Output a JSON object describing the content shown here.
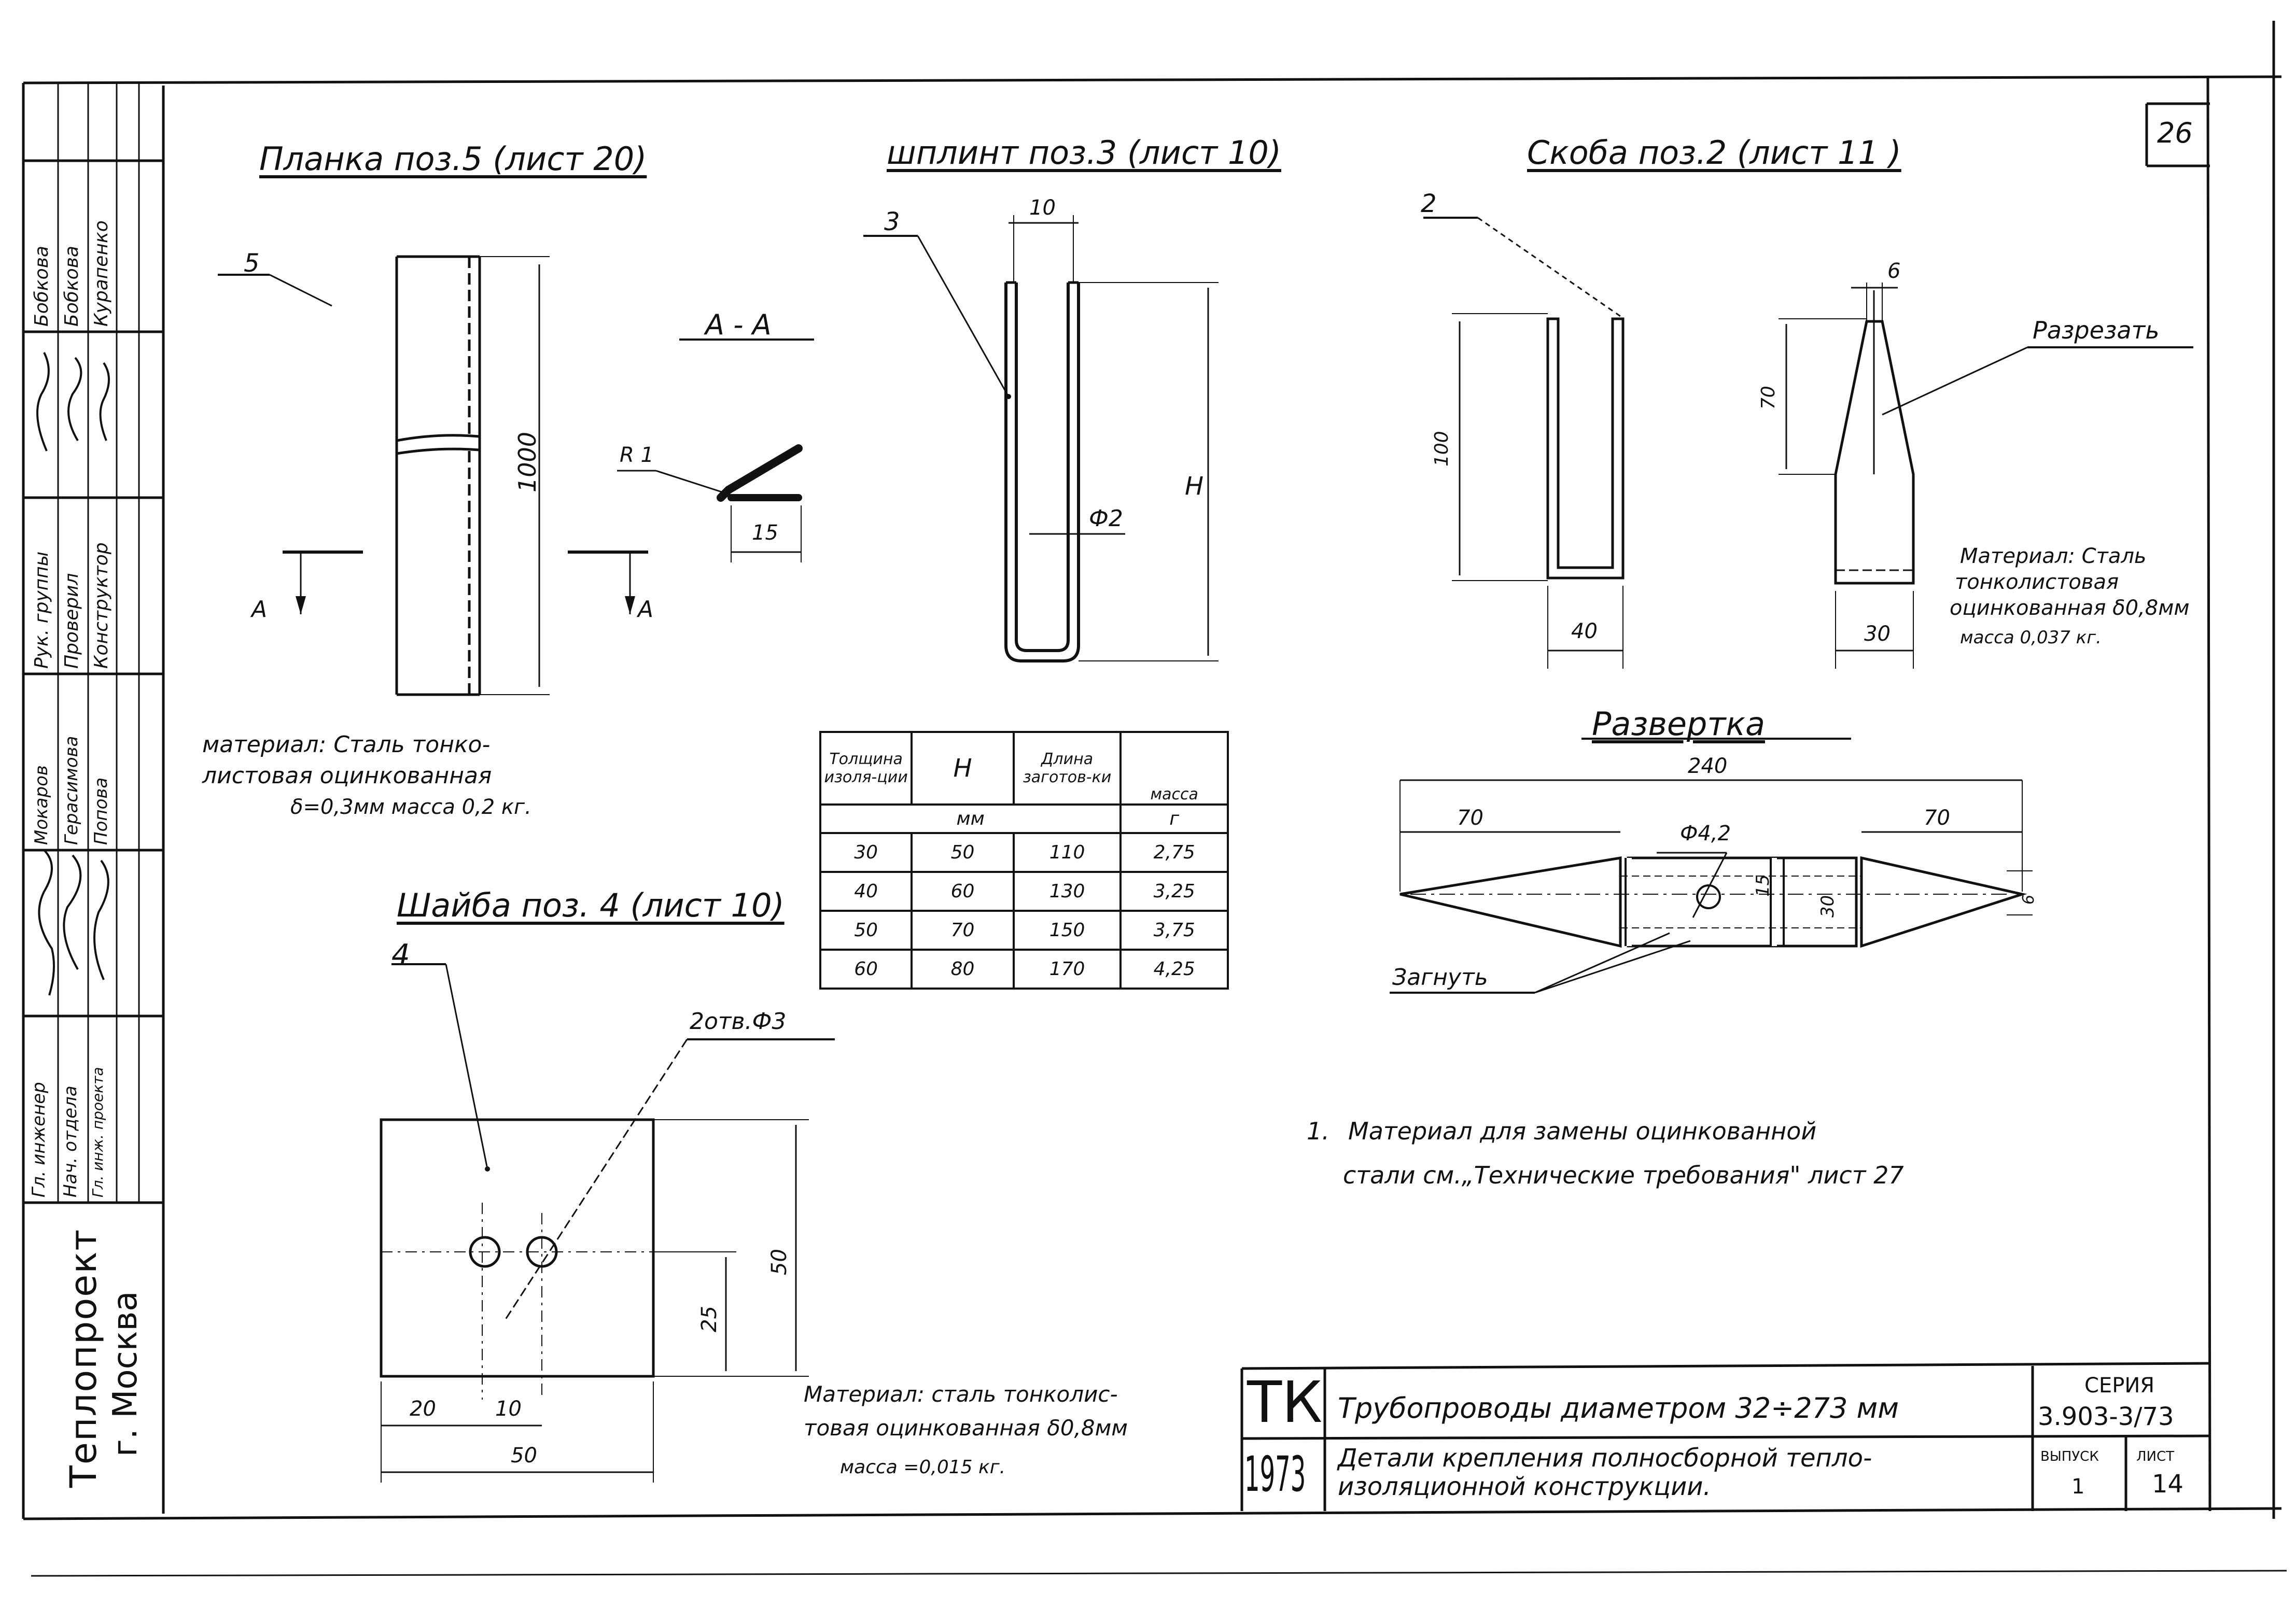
{
  "sheet_number": "26",
  "sections": {
    "planka": {
      "title": "Планка поз.5 (лист 20)",
      "pos": "5",
      "length": "1000",
      "section_label": "А - А",
      "cut_a": "А",
      "radius": "R 1",
      "flange": "15",
      "material": [
        "материал: Сталь тонко-",
        "листовая оцинкованная",
        "δ=0,3мм  масса 0,2 кг."
      ]
    },
    "shplint": {
      "title": "шплинт поз.3 (лист 10)",
      "pos": "3",
      "width": "10",
      "diameter": "Ф2",
      "height": "Н"
    },
    "skoba": {
      "title": "Скоба поз.2 (лист 11 )",
      "pos": "2",
      "dim_100": "100",
      "dim_40": "40",
      "dim_6": "6",
      "dim_70": "70",
      "dim_30": "30",
      "cut_label": "Разрезать",
      "material": [
        "Материал: Сталь",
        "тонколистовая",
        "оцинкованная δ0,8мм",
        "масса 0,037 кг."
      ]
    },
    "razvertka": {
      "title": "Развертка",
      "length": "240",
      "left_70": "70",
      "right_70": "70",
      "hole": "Ф4,2",
      "dim_15": "15",
      "dim_30": "30",
      "dim_6": "6",
      "bend_label": "Загнуть"
    },
    "shaiba": {
      "title": "Шайба поз. 4 (лист 10)",
      "pos": "4",
      "holes": "2отв.Ф3",
      "dim_50_v": "50",
      "dim_25": "25",
      "dim_20": "20",
      "dim_10": "10",
      "dim_50_h": "50",
      "material": [
        "Материал: сталь тонколис-",
        "товая оцинкованная δ0,8мм",
        "масса =0,015 кг."
      ]
    }
  },
  "table": {
    "header": [
      "Толщина изоля-ции",
      "Н",
      "Длина заготов-ки",
      "масса"
    ],
    "units": [
      "мм",
      "г"
    ],
    "rows": [
      [
        "30",
        "50",
        "110",
        "2,75"
      ],
      [
        "40",
        "60",
        "130",
        "3,25"
      ],
      [
        "50",
        "70",
        "150",
        "3,75"
      ],
      [
        "60",
        "80",
        "170",
        "4,25"
      ]
    ]
  },
  "note": {
    "number": "1.",
    "line1": "Материал для замены оцинкованной",
    "line2": "стали   см.„Технические требования\" лист 27"
  },
  "stamp": {
    "org_line1": "Теплопроект",
    "org_line2": "г. Москва",
    "signatures": [
      {
        "role": "Гл. инженер",
        "name": ""
      },
      {
        "role": "Нач. отдела",
        "name": ""
      },
      {
        "role": "Гл. инж. проекта",
        "name": ""
      },
      {
        "role": "Рук. группы",
        "name": "Мокаров"
      },
      {
        "role": "Проверил",
        "name": "Герасимова"
      },
      {
        "role": "Конструктор",
        "name": "Попова"
      },
      {
        "role": "",
        "name": "Бобкова"
      },
      {
        "role": "",
        "name": "Бобкова"
      },
      {
        "role": "",
        "name": "Курапенко"
      }
    ],
    "tk": "ТК",
    "year": "1973",
    "title_line1": "Трубопроводы диаметром 32÷273 мм",
    "title_line2": "Детали крепления полносборной тепло-",
    "title_line3": "изоляционной конструкции.",
    "series_label": "СЕРИЯ",
    "series_value": "3.903-3/73",
    "issue_label": "ВЫПУСК",
    "issue_value": "1",
    "sheet_label": "ЛИСТ",
    "sheet_value": "14"
  }
}
